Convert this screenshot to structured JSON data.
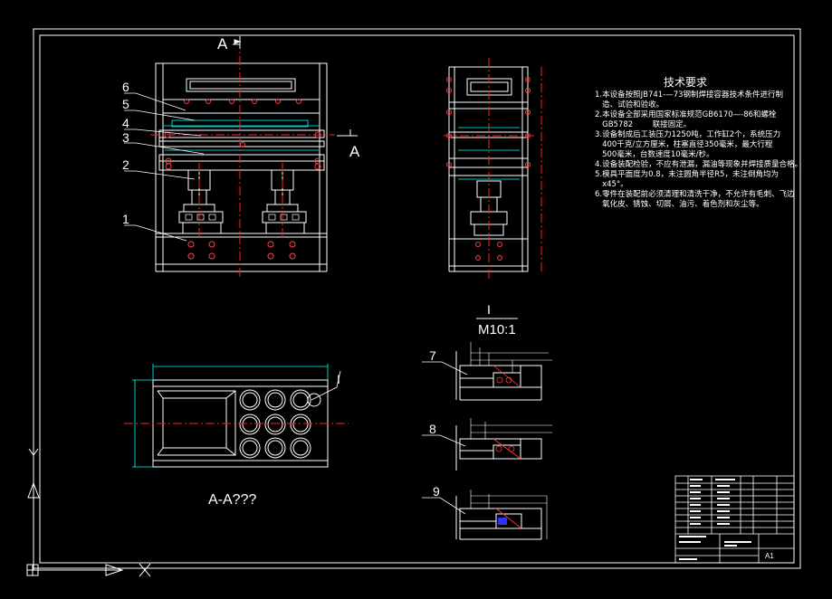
{
  "drawing": {
    "section_marker_top": "A",
    "section_marker_right": "A",
    "section_view_label": "A-A???",
    "detail_marker": "I",
    "detail_title": "I",
    "detail_scale": "M10:1",
    "part_numbers": [
      "6",
      "5",
      "4",
      "3",
      "2",
      "1"
    ],
    "detail_part_numbers": [
      "7",
      "8",
      "9"
    ],
    "ucs_y_label": "Y",
    "ucs_x_label": "X",
    "tech_requirements": {
      "title": "技术要求",
      "items": [
        "1.本设备按照JB741-—73钢制焊接容器技术条件进行制",
        "   造、试验和验收。",
        "2.本设备全部采用国家标准规范GB6170—-86和螺栓",
        "   GB5782        联接固定。",
        "3.设备制成后工装压力1250吨，工作缸2个，系统压力",
        "   400千克/立方厘米，柱塞直径350毫米，最大行程",
        "   500毫米，台数速度10毫米/秒。",
        "4.设备装配检验，不应有泄漏，漏油等现象并焊接质量合格。",
        "5.模具平面度为0.8，未注圆角半径R5，未注倒角均为",
        "   x45°。",
        "6.零件在装配前必须清理和清洗干净，不允许有毛刺、飞边",
        "   氧化皮、锈蚀、切屑、油污、着色剂和灰尘等。"
      ]
    },
    "title_block": {
      "sheet_size": "A1"
    }
  },
  "colors": {
    "background": "#000000",
    "outline": "#ffffff",
    "centerline": "#ff2020",
    "dimension": "#00ffff",
    "hidden": "#ff4040",
    "accent_blue": "#3030ff"
  }
}
